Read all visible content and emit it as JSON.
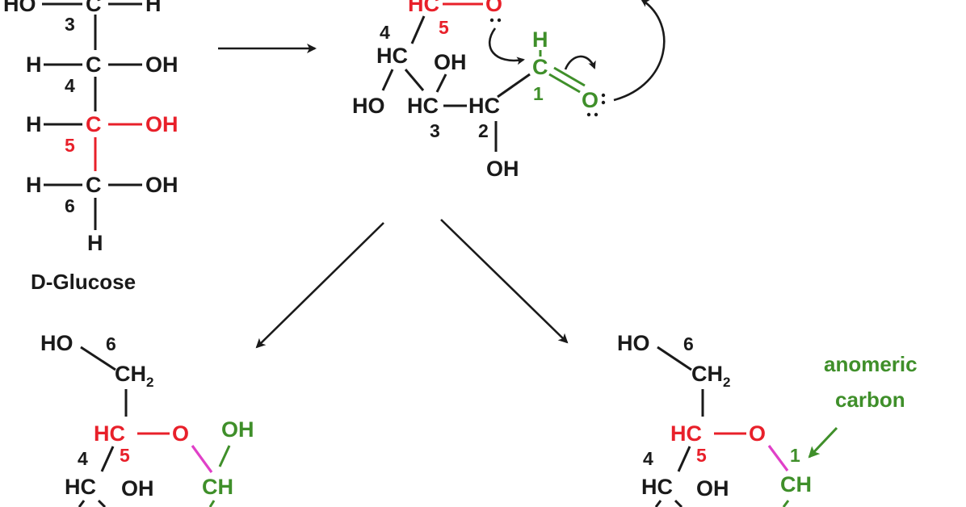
{
  "glucose": {
    "caption": "D-Glucose",
    "c3_left": "HO",
    "c3": "C",
    "c3_right": "H",
    "n3": "3",
    "c4_left": "H",
    "c4": "C",
    "c4_right": "OH",
    "n4": "4",
    "c5_left": "H",
    "c5": "C",
    "c5_right": "OH",
    "n5": "5",
    "c6_left": "H",
    "c6": "C",
    "c6_right": "OH",
    "n6": "6",
    "bottom_h": "H"
  },
  "open_chain": {
    "hc5": "HC",
    "o5": "O",
    "n5": "5",
    "n4": "4",
    "hc4": "HC",
    "ho4": "HO",
    "oh3": "OH",
    "hc3": "HC",
    "n3": "3",
    "hc2": "HC",
    "n2": "2",
    "oh2": "OH",
    "h1": "H",
    "c1": "C",
    "n1": "1",
    "o1": "O"
  },
  "cyclic_left": {
    "ho6": "HO",
    "n6": "6",
    "ch2": "CH",
    "ch2_sub": "2",
    "hc5": "HC",
    "n5": "5",
    "o_ring": "O",
    "oh1": "OH",
    "ch1": "CH",
    "n4": "4",
    "hc4": "HC",
    "oh4": "OH"
  },
  "cyclic_right": {
    "ho6": "HO",
    "n6": "6",
    "ch2": "CH",
    "ch2_sub": "2",
    "hc5": "HC",
    "n5": "5",
    "o_ring": "O",
    "annotation_line1": "anomeric",
    "annotation_line2": "carbon",
    "n1": "1",
    "ch1": "CH",
    "n4": "4",
    "hc4": "HC",
    "oh4": "OH"
  },
  "colors": {
    "black": "#1a1a1a",
    "red": "#e8202a",
    "green": "#3f8f2a",
    "magenta": "#e040c8"
  }
}
